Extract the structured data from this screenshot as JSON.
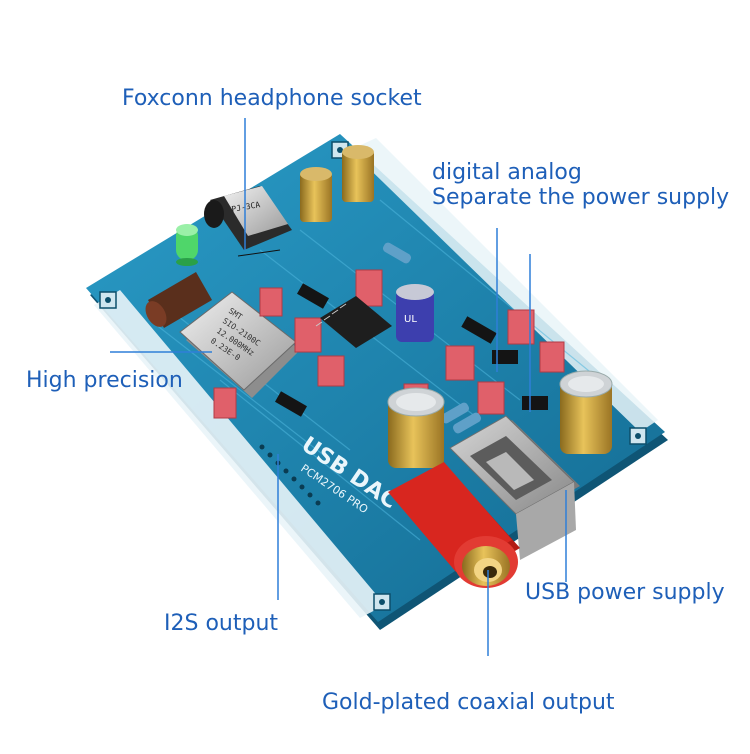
{
  "annotations": {
    "foxconn": "Foxconn headphone socket",
    "digital_line1": "digital analog",
    "digital_line2": "Separate the power supply",
    "precision": "High precision",
    "usb_power": "USB power supply",
    "i2s": "I2S output",
    "coax": "Gold-plated coaxial output"
  },
  "board": {
    "title": "USB DAC",
    "model": "PCM2706 PRO",
    "oscillator_text": [
      "SMT",
      "SIO-2100C",
      "12.000MHz",
      "0.23E-0"
    ],
    "jack_text": "PJ-3CA",
    "cap_text": "UL"
  },
  "colors": {
    "label": "#1e5fb8",
    "pcb": "#1c84b0",
    "pcb_dark": "#12607f",
    "capacitor_red": "#e0606a",
    "rca_red": "#d8261f",
    "gold": "#c9a13b"
  },
  "icons": [
    "pcb-board-illustration"
  ]
}
